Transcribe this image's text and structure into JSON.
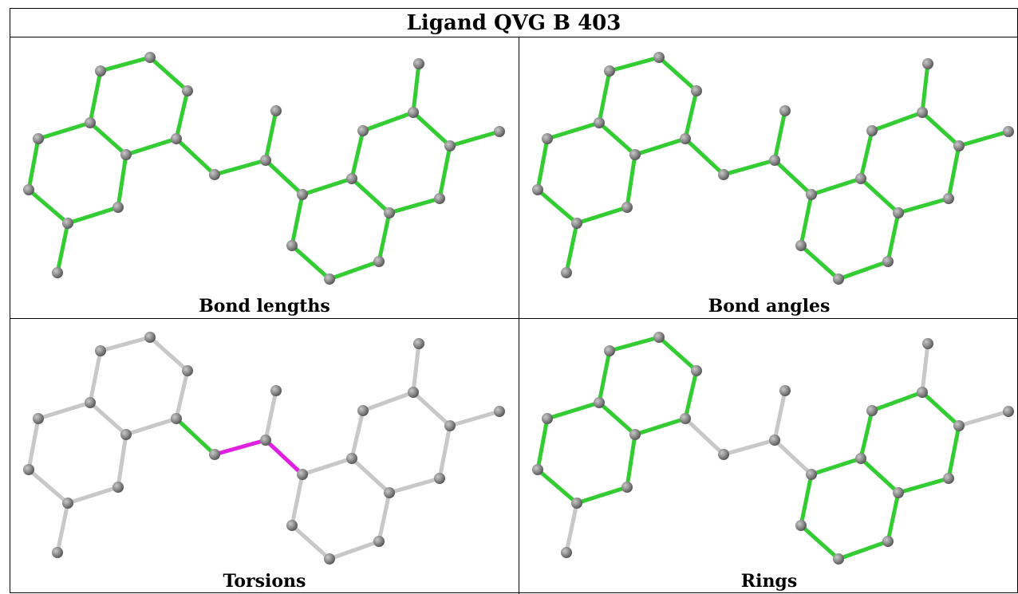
{
  "title": "Ligand QVG B 403",
  "panels": [
    {
      "key": "bond_lengths",
      "caption": "Bond lengths"
    },
    {
      "key": "bond_angles",
      "caption": "Bond angles"
    },
    {
      "key": "torsions",
      "caption": "Torsions"
    },
    {
      "key": "rings",
      "caption": "Rings"
    }
  ],
  "colors": {
    "atom": "#808080",
    "bond_highlight": "#33cc33",
    "bond_plain": "#c8c8c8",
    "torsion_highlight": "#e020e0"
  }
}
